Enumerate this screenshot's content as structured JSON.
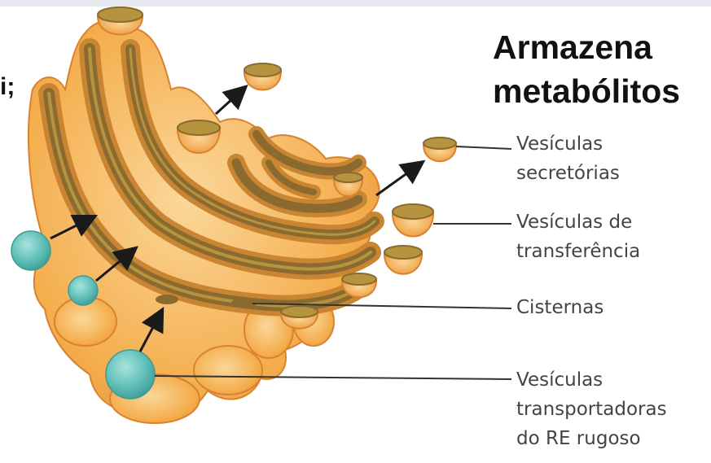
{
  "heading": {
    "line1": "Armazena",
    "line2": "metabólitos",
    "fragment": "i;"
  },
  "labels": {
    "secretory": [
      "Vesículas",
      "secretórias"
    ],
    "transfer": [
      "Vesículas de",
      "transferência"
    ],
    "cisterns": "Cisternas",
    "transport": [
      "Vesículas",
      "transportadoras",
      "do RE rugoso"
    ]
  },
  "colors": {
    "background": "#ffffff",
    "membrane": "#f2a945",
    "membrane_light": "#f9d48c",
    "lumen": "#8a6a2e",
    "lumen_light": "#b5933f",
    "vesicle_blue": "#5fbfb8",
    "arrow": "#1a1a1a",
    "leader_line": "#333333"
  }
}
